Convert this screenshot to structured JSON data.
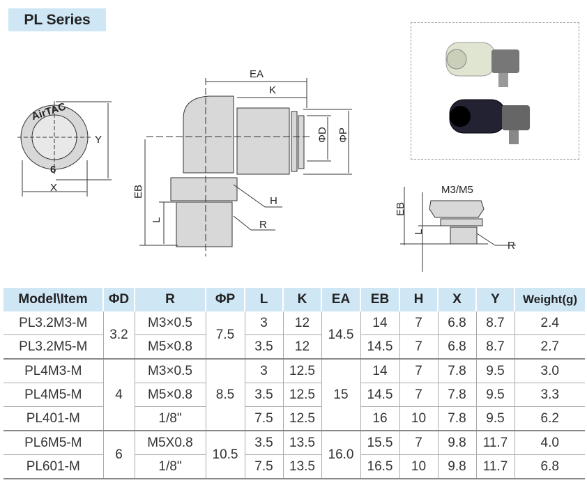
{
  "title": "PL Series",
  "diagram": {
    "logo": "AirTAC",
    "size_mark": "6",
    "labels": {
      "x": "X",
      "y": "Y",
      "ea": "EA",
      "k": "K",
      "d": "ΦD",
      "p": "ΦP",
      "eb": "EB",
      "l": "L",
      "h": "H",
      "r": "R",
      "eb2": "EB",
      "l2": "L",
      "r2": "R",
      "thread": "M3/M5"
    }
  },
  "table": {
    "headers": [
      "Model\\Item",
      "ΦD",
      "R",
      "ΦP",
      "L",
      "K",
      "EA",
      "EB",
      "H",
      "X",
      "Y",
      "Weight(g)"
    ],
    "rows": [
      {
        "model": "PL3.2M3-M",
        "d": "3.2",
        "r": "M3×0.5",
        "p": "7.5",
        "l": "3",
        "k": "12",
        "ea": "14.5",
        "eb": "14",
        "h": "7",
        "x": "6.8",
        "y": "8.7",
        "w": "2.4"
      },
      {
        "model": "PL3.2M5-M",
        "r": "M5×0.8",
        "l": "3.5",
        "k": "12",
        "eb": "14.5",
        "h": "7",
        "x": "6.8",
        "y": "8.7",
        "w": "2.7"
      },
      {
        "model": "PL4M3-M",
        "d": "4",
        "r": "M3×0.5",
        "p": "8.5",
        "l": "3",
        "k": "12.5",
        "ea": "15",
        "eb": "14",
        "h": "7",
        "x": "7.8",
        "y": "9.5",
        "w": "3.0"
      },
      {
        "model": "PL4M5-M",
        "r": "M5×0.8",
        "l": "3.5",
        "k": "12.5",
        "eb": "14.5",
        "h": "7",
        "x": "7.8",
        "y": "9.5",
        "w": "3.3"
      },
      {
        "model": "PL401-M",
        "r": "1/8\"",
        "l": "7.5",
        "k": "12.5",
        "eb": "16",
        "h": "10",
        "x": "7.8",
        "y": "9.5",
        "w": "6.2"
      },
      {
        "model": "PL6M5-M",
        "d": "6",
        "r": "M5X0.8",
        "p": "10.5",
        "l": "3.5",
        "k": "13.5",
        "ea": "16.0",
        "eb": "15.5",
        "h": "7",
        "x": "9.8",
        "y": "11.7",
        "w": "4.0"
      },
      {
        "model": "PL601-M",
        "r": "1/8\"",
        "l": "7.5",
        "k": "13.5",
        "eb": "16.5",
        "h": "10",
        "x": "9.8",
        "y": "11.7",
        "w": "6.8"
      }
    ]
  }
}
